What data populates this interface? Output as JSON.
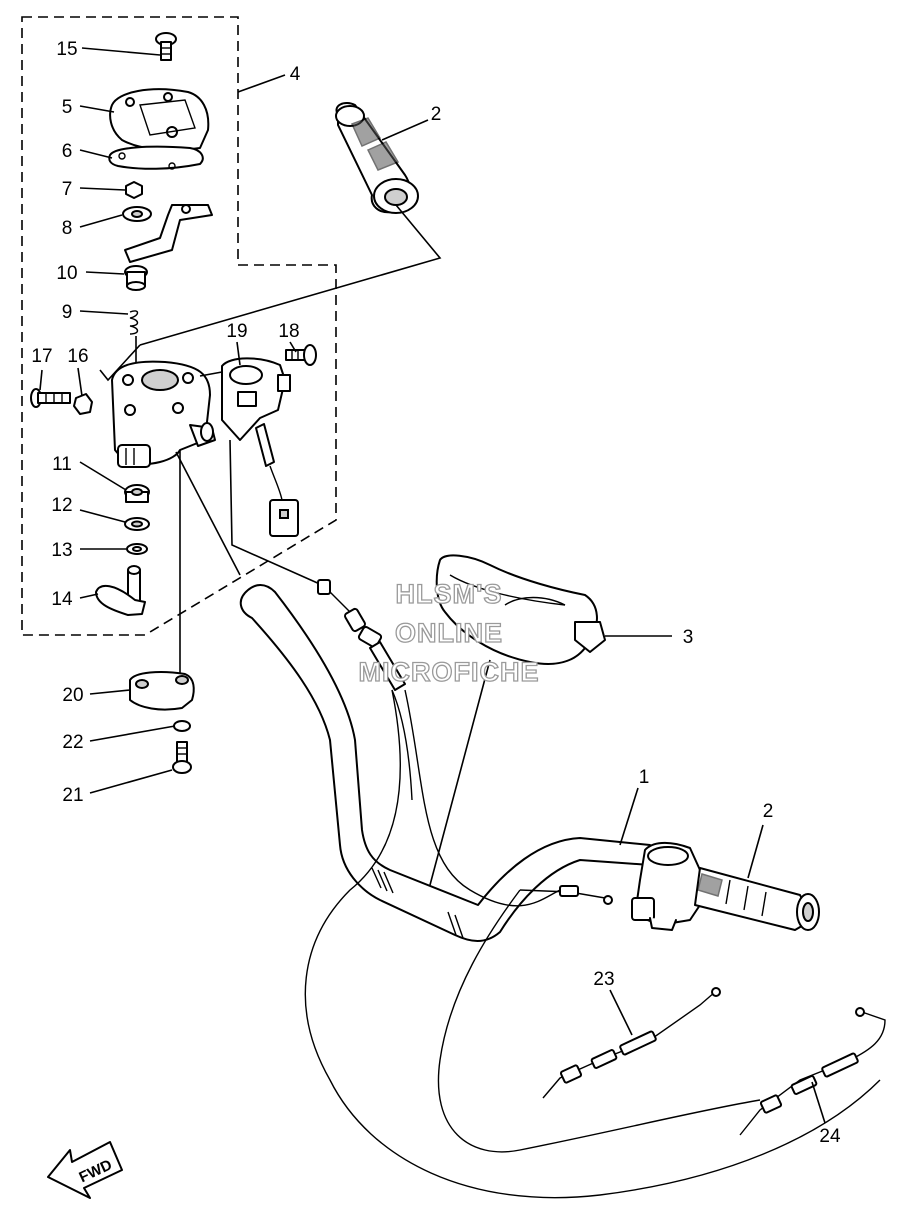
{
  "diagram": {
    "callouts": [
      {
        "id": "c1",
        "label": "1"
      },
      {
        "id": "c2a",
        "label": "2"
      },
      {
        "id": "c2b",
        "label": "2"
      },
      {
        "id": "c3",
        "label": "3"
      },
      {
        "id": "c4",
        "label": "4"
      },
      {
        "id": "c5",
        "label": "5"
      },
      {
        "id": "c6",
        "label": "6"
      },
      {
        "id": "c7",
        "label": "7"
      },
      {
        "id": "c8",
        "label": "8"
      },
      {
        "id": "c9",
        "label": "9"
      },
      {
        "id": "c10",
        "label": "10"
      },
      {
        "id": "c11",
        "label": "11"
      },
      {
        "id": "c12",
        "label": "12"
      },
      {
        "id": "c13",
        "label": "13"
      },
      {
        "id": "c14",
        "label": "14"
      },
      {
        "id": "c15",
        "label": "15"
      },
      {
        "id": "c16",
        "label": "16"
      },
      {
        "id": "c17",
        "label": "17"
      },
      {
        "id": "c18",
        "label": "18"
      },
      {
        "id": "c19",
        "label": "19"
      },
      {
        "id": "c20",
        "label": "20"
      },
      {
        "id": "c21",
        "label": "21"
      },
      {
        "id": "c22",
        "label": "22"
      },
      {
        "id": "c23",
        "label": "23"
      },
      {
        "id": "c24",
        "label": "24"
      }
    ],
    "watermark": {
      "line1": "HLSM'S",
      "line2": "ONLINE",
      "line3": "MICROFICHE"
    },
    "direction_arrow": {
      "label": "FWD",
      "icon": "fwd-arrow-icon"
    }
  }
}
